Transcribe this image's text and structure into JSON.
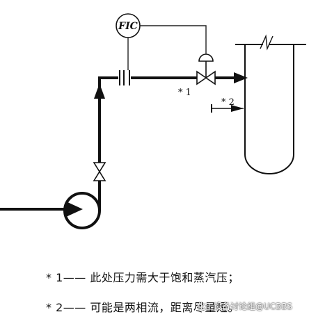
{
  "diagram": {
    "instrument_label": "FIC",
    "marker_1": "* 1",
    "marker_2": "* 2"
  },
  "notes": [
    "* 1—— 此处压力需大于饱和蒸汽压；",
    "* 2—— 可能是两相流，距离尽量短。"
  ],
  "watermark": "化工设备讨论组@UCBBS",
  "colors": {
    "line": "#111111",
    "background": "#ffffff"
  }
}
